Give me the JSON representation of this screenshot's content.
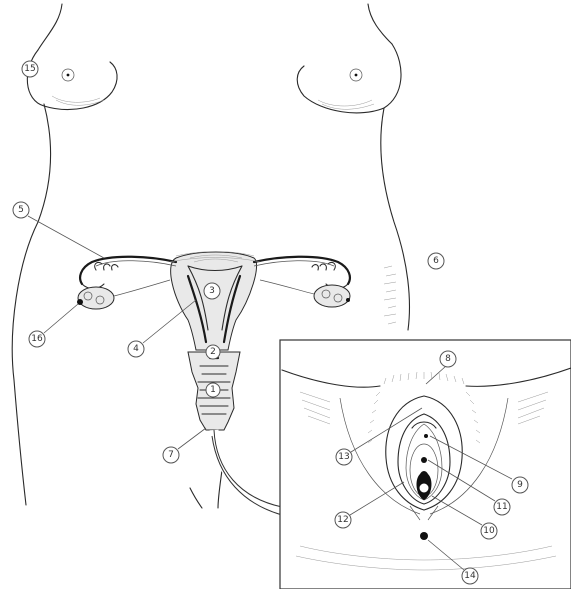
{
  "diagram": {
    "callouts": [
      {
        "id": "callout-15",
        "label": "15"
      },
      {
        "id": "callout-5",
        "label": "5"
      },
      {
        "id": "callout-6",
        "label": "6"
      },
      {
        "id": "callout-3",
        "label": "3"
      },
      {
        "id": "callout-16",
        "label": "16"
      },
      {
        "id": "callout-4",
        "label": "4"
      },
      {
        "id": "callout-2",
        "label": "2"
      },
      {
        "id": "callout-1",
        "label": "1"
      },
      {
        "id": "callout-7",
        "label": "7"
      },
      {
        "id": "callout-8",
        "label": "8"
      },
      {
        "id": "callout-13",
        "label": "13"
      },
      {
        "id": "callout-9",
        "label": "9"
      },
      {
        "id": "callout-11",
        "label": "11"
      },
      {
        "id": "callout-12",
        "label": "12"
      },
      {
        "id": "callout-10",
        "label": "10"
      },
      {
        "id": "callout-14",
        "label": "14"
      }
    ]
  }
}
